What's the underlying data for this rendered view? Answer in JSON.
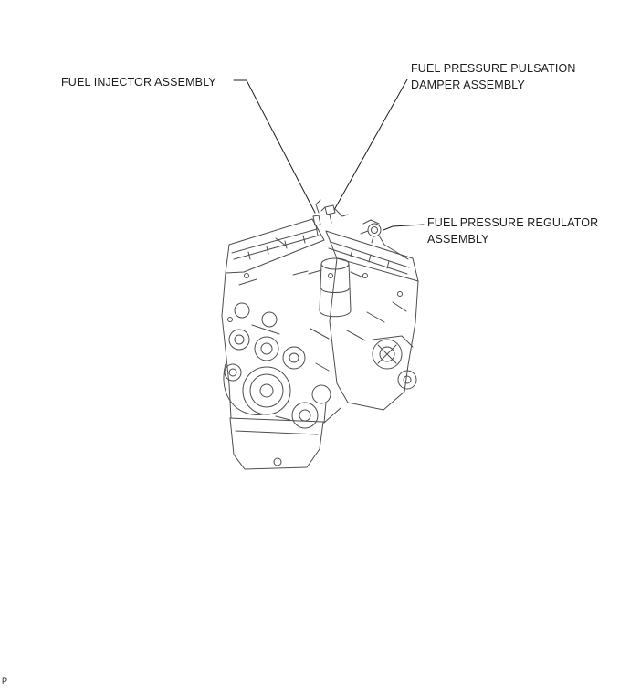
{
  "page": {
    "background": "#ffffff",
    "footer_mark": "P"
  },
  "colors": {
    "label_text": "#1c1c1c",
    "leader_line": "#1c1c1c",
    "engine_line": "#4d4d4d"
  },
  "diagram": {
    "labels": {
      "injector": {
        "line1": "FUEL INJECTOR ASSEMBLY"
      },
      "damper": {
        "line1": "FUEL PRESSURE PULSATION",
        "line2": "DAMPER ASSEMBLY"
      },
      "regulator": {
        "line1": "FUEL PRESSURE REGULATOR",
        "line2": "ASSEMBLY"
      }
    }
  }
}
